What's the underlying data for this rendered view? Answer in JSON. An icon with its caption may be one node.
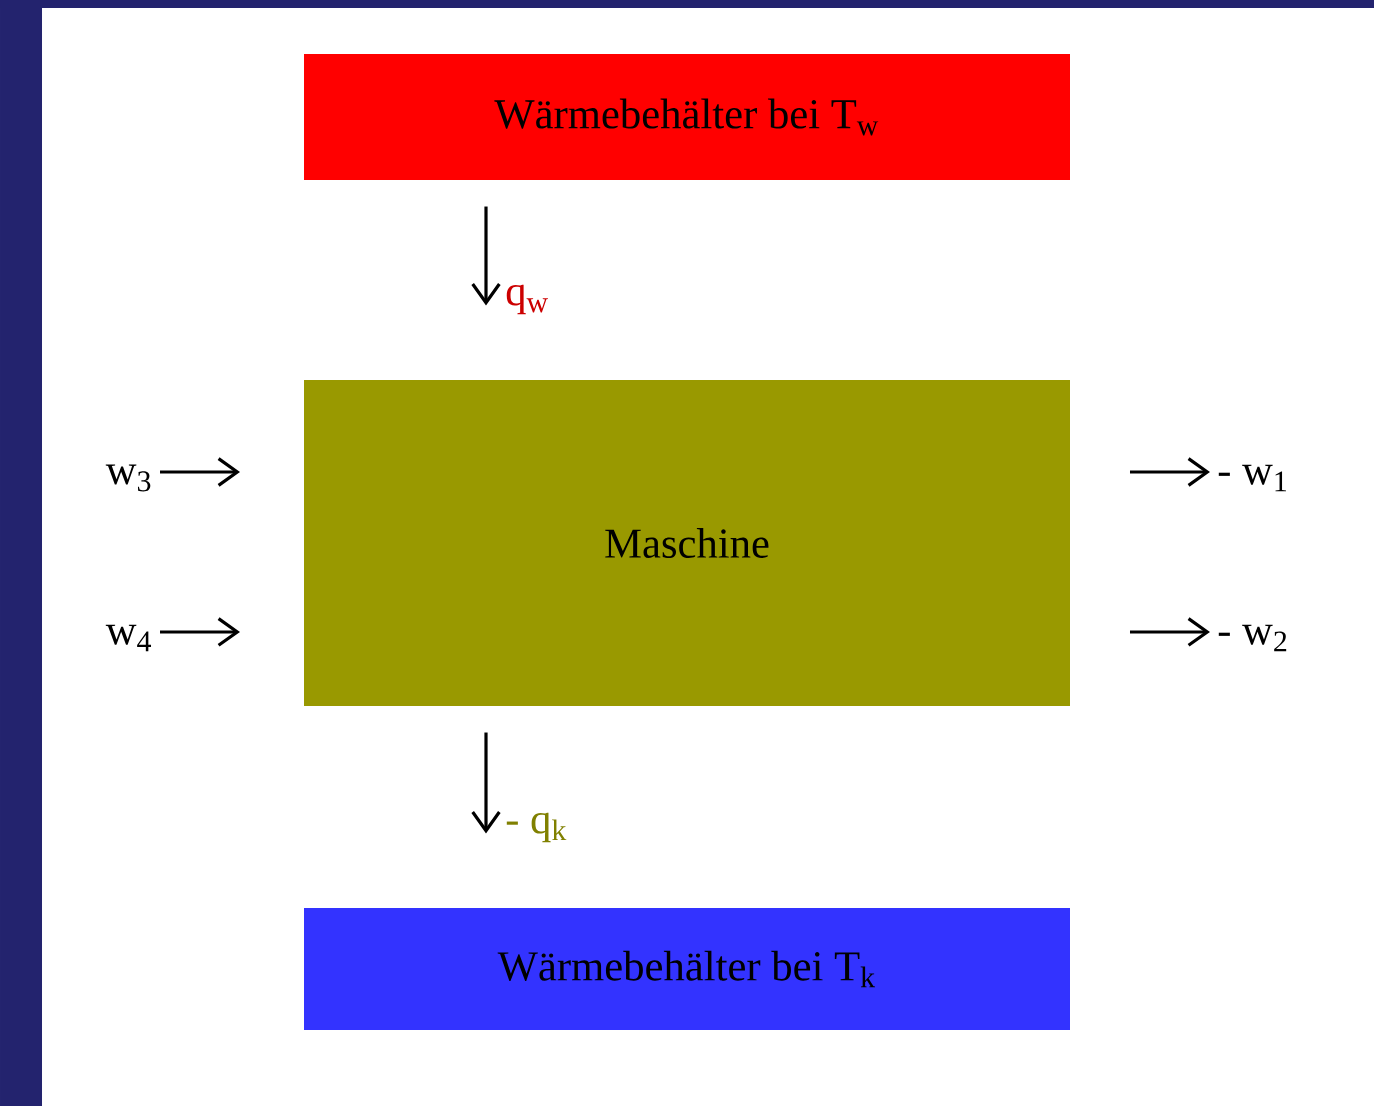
{
  "diagram": {
    "nodes": [
      {
        "text": [
          "Wärmebehälter bei T$_{w}$"
        ]
      },
      {
        "text": [
          "Maschine"
        ]
      },
      {
        "text": [
          "Wärmebehälter bei T$_{k}$"
        ]
      }
    ],
    "edges": [
      {
        "from": 0,
        "to": 1,
        "arrow": "to",
        "label": "q$_{w}$"
      },
      {
        "from": 1,
        "to": 2,
        "arrow": "to",
        "label": "- q$_{k}$"
      }
    ],
    "labels": [
      "w$_{3}$",
      "- w$_{1}$",
      "w$_{4}$",
      "- w$_{2}$"
    ]
  }
}
